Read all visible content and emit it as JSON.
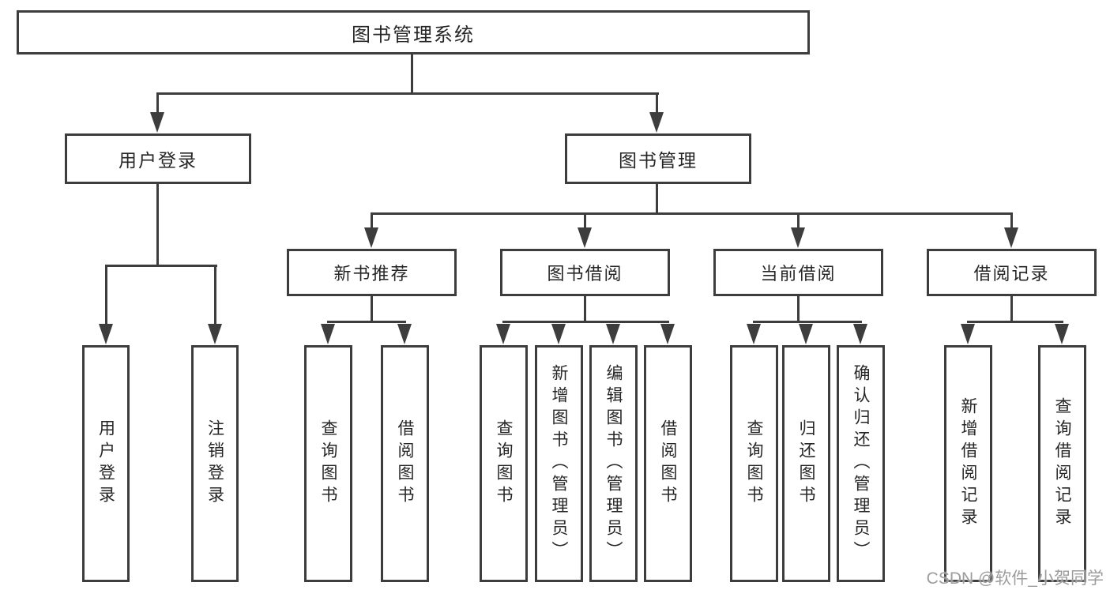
{
  "diagram": {
    "title": "图书管理系统",
    "type": "hierarchy-tree",
    "colors": {
      "line": "#3d3d3d",
      "text": "#262626",
      "watermark": "#9c9c9c",
      "background": "#ffffff"
    },
    "root": {
      "label": "图书管理系统"
    },
    "branches": [
      {
        "label": "用户登录",
        "children": [
          {
            "label": "用户登录"
          },
          {
            "label": "注销登录"
          }
        ]
      },
      {
        "label": "图书管理",
        "children": [
          {
            "label": "新书推荐",
            "children": [
              {
                "label": "查询图书"
              },
              {
                "label": "借阅图书"
              }
            ]
          },
          {
            "label": "图书借阅",
            "children": [
              {
                "label": "查询图书"
              },
              {
                "label": "新增图书（管理员）"
              },
              {
                "label": "编辑图书（管理员）"
              },
              {
                "label": "借阅图书"
              }
            ]
          },
          {
            "label": "当前借阅",
            "children": [
              {
                "label": "查询图书"
              },
              {
                "label": "归还图书"
              },
              {
                "label": "确认归还（管理员）"
              }
            ]
          },
          {
            "label": "借阅记录",
            "children": [
              {
                "label": "新增借阅记录"
              },
              {
                "label": "查询借阅记录"
              }
            ]
          }
        ]
      }
    ],
    "watermark": "CSDN @软件_小贺同学"
  }
}
